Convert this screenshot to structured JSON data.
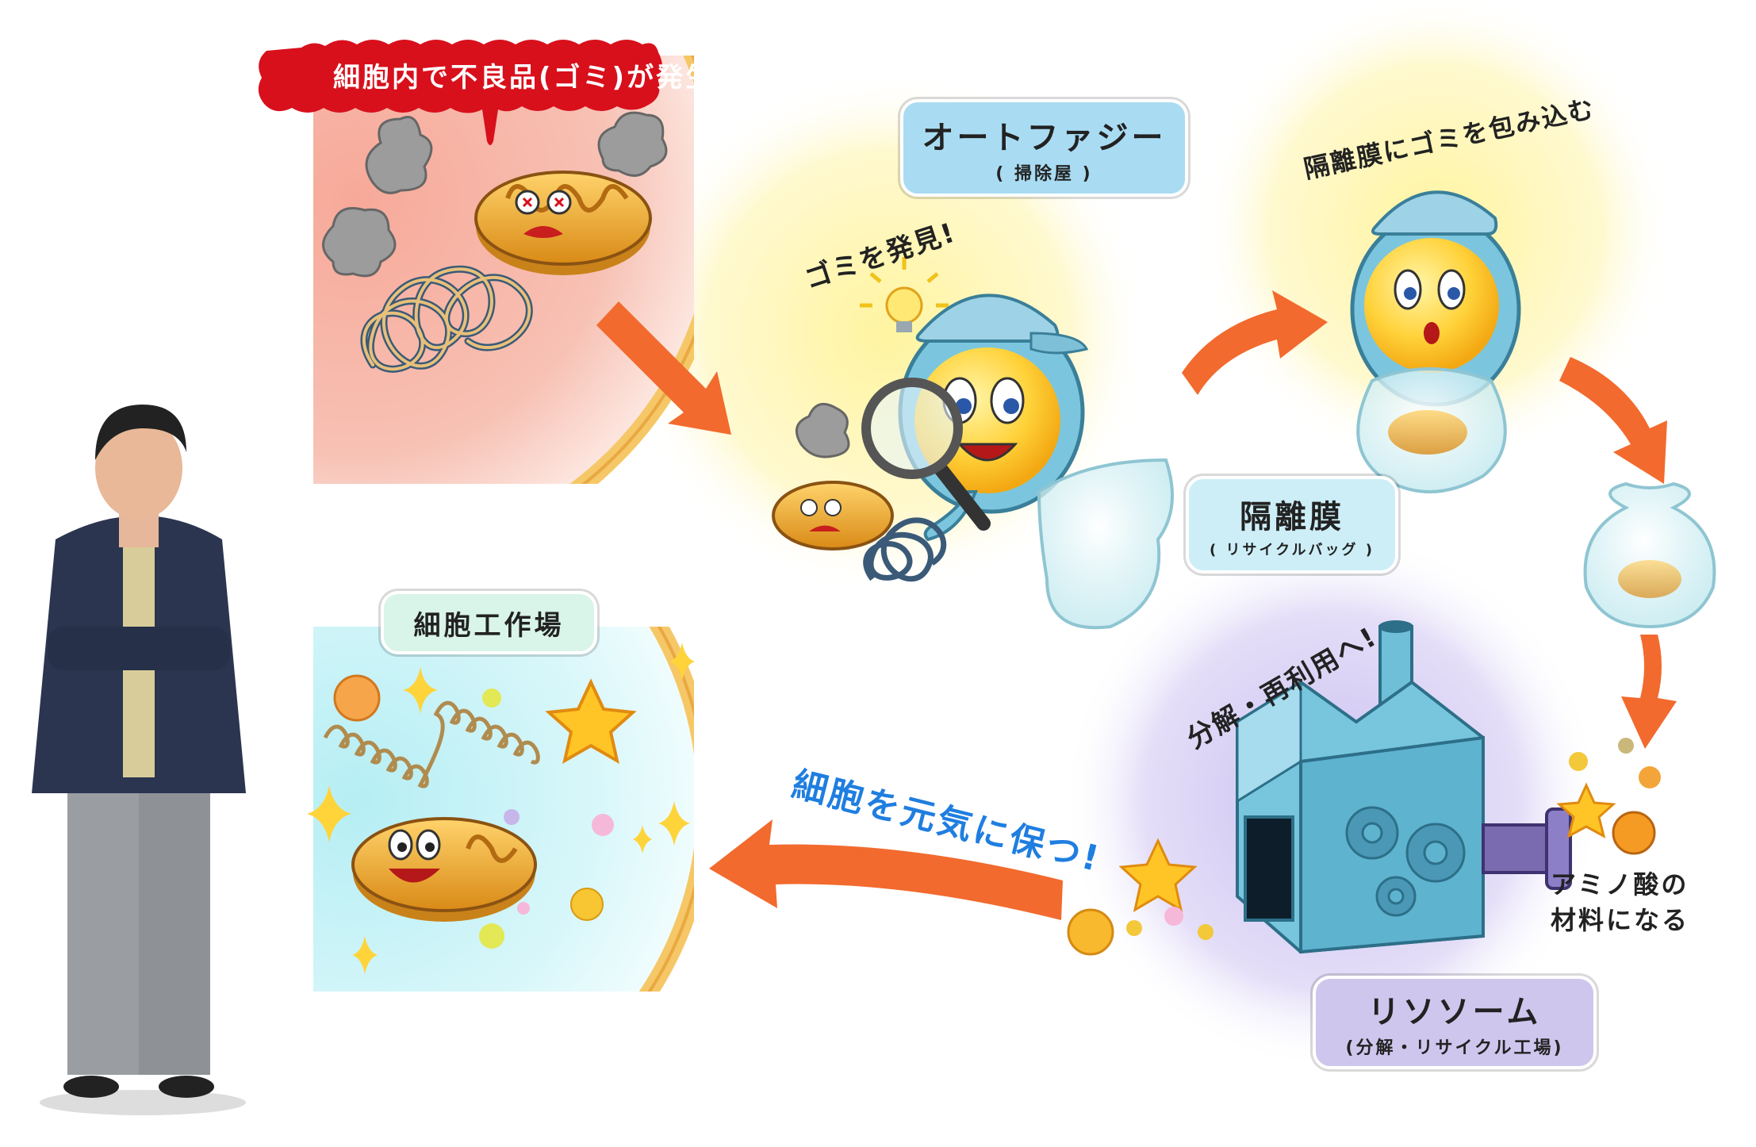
{
  "labels": {
    "garbage_banner": "細胞内で不良品(ゴミ)が発生",
    "autophagy_title": "オートファジー",
    "autophagy_sub": "( 掃除屋 )",
    "found_garbage": "ゴミを発見!",
    "wrap_garbage": "隔離膜にゴミを包み込む",
    "membrane_title": "隔離膜",
    "membrane_sub": "( リサイクルバッグ )",
    "cell_factory": "細胞工作場",
    "breakdown_reuse": "分解・再利用へ!",
    "keep_cells_healthy": "細胞を元気に保つ!",
    "lysosome_title": "リソソーム",
    "lysosome_sub": "(分解・リサイクル工場)",
    "amino_acid_1": "アミノ酸の",
    "amino_acid_2": "材料になる"
  },
  "colors": {
    "banner_red": "#d8101c",
    "arrow_orange": "#f26a2e",
    "cell_pink": "#f7b9a8",
    "glow_yellow": "#fff6b0",
    "glow_purple": "#d9d2f3",
    "glow_cyan": "#c8f1f5",
    "membrane_wall": "#f6c766",
    "autophagy_box": "#a9dcf2",
    "lysosome_box": "#cfc6ee",
    "cell_factory_box": "#d9f4e9",
    "factory_blue": "#6fbfd9",
    "keep_healthy_blue": "#1f7ee0"
  },
  "icons": [
    "smoke-icon",
    "tangled-protein-icon",
    "mitochondria-icon",
    "lightbulb-icon",
    "magnifier-icon",
    "autophagy-character-icon",
    "bag-icon",
    "factory-icon",
    "gear-icon",
    "star-icon",
    "sparkle-icon",
    "person-figure-icon"
  ]
}
